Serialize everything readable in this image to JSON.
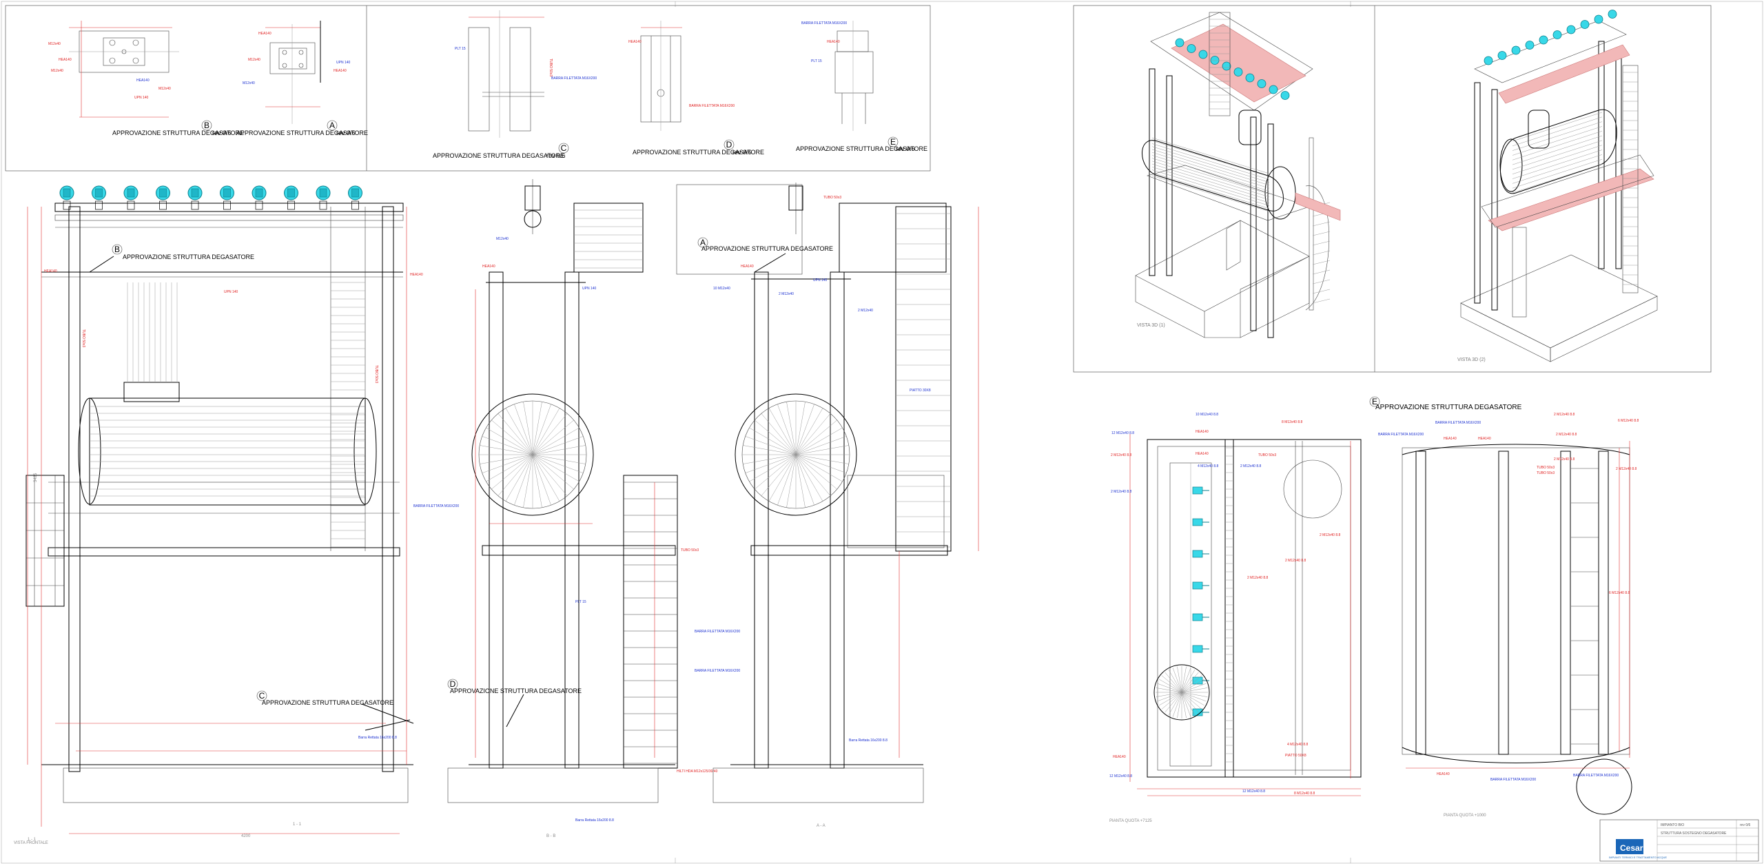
{
  "drawing": {
    "details": {
      "B": {
        "letter": "B",
        "title": "APPROVAZIONE STRUTTURA DEGASATORE",
        "rev": "rev 0/6"
      },
      "A": {
        "letter": "A",
        "title": "APPROVAZIONE STRUTTURA DEGASATORE",
        "rev": "rev 0/6"
      },
      "C": {
        "letter": "C",
        "title": "APPROVAZIONE STRUTTURA DEGASATORE",
        "rev": "rev 0/6"
      },
      "D": {
        "letter": "D",
        "title": "APPROVAZIONE STRUTTURA DEGASATORE",
        "rev": "rev 0/6"
      },
      "E": {
        "letter": "E",
        "title": "APPROVAZIONE STRUTTURA DEGASATORE",
        "rev": "rev 0/6"
      }
    },
    "callouts": {
      "front_B": {
        "letter": "B",
        "title": "APPROVAZIONE STRUTTURA DEGASATORE"
      },
      "front_C": {
        "letter": "C",
        "title": "APPROVAZIONE STRUTTURA DEGASATORE"
      },
      "side_D": {
        "letter": "D",
        "title": "APPROVAZIONE STRUTTURA DEGASATORE"
      },
      "side_A": {
        "letter": "A",
        "title": "APPROVAZIONE STRUTTURA DEGASATORE"
      },
      "plan_E": {
        "letter": "E",
        "title": "APPROVAZIONE STRUTTURA DEGASATORE"
      }
    },
    "view_labels": {
      "front": "VISTA FRONTALE",
      "section_bb": "B - B",
      "section_aa": "A - A",
      "section_11": "1 - 1",
      "iso_1": "VISTA 3D (1)",
      "iso_2": "VISTA 3D (2)",
      "plan_1": "PIANTA QUOTA +7125",
      "plan_2": "PIANTA QUOTA +1000"
    },
    "annotations": {
      "barra_filettata": "BARRA FILETTATA M16X200",
      "barra_rettata": "Barra Rettata 16x200 8.8",
      "plt": "PLT 15",
      "tubo": "TUBO 50x3",
      "piatto": "PIATTO 30X8",
      "hea": "HEA140",
      "upn": "UPN 140",
      "m12": "2 M12x40 8.8",
      "hilti": "HILTI HDA M12x125/30/40"
    },
    "title_block": {
      "company": "Cesarini",
      "subtitle": "IMPIANTI TERMICI E TRATTAMENTO ACQUE",
      "project": "IMPIANTO BIO",
      "description": "STRUTTURA SOSTEGNO DEGASATORE",
      "rev": "rev 0/6"
    },
    "colors": {
      "dimension": "#e02020",
      "steel_label": "#1a2fd0",
      "nozzle": "#38d8e8",
      "grating": "#f2b8b8"
    }
  }
}
